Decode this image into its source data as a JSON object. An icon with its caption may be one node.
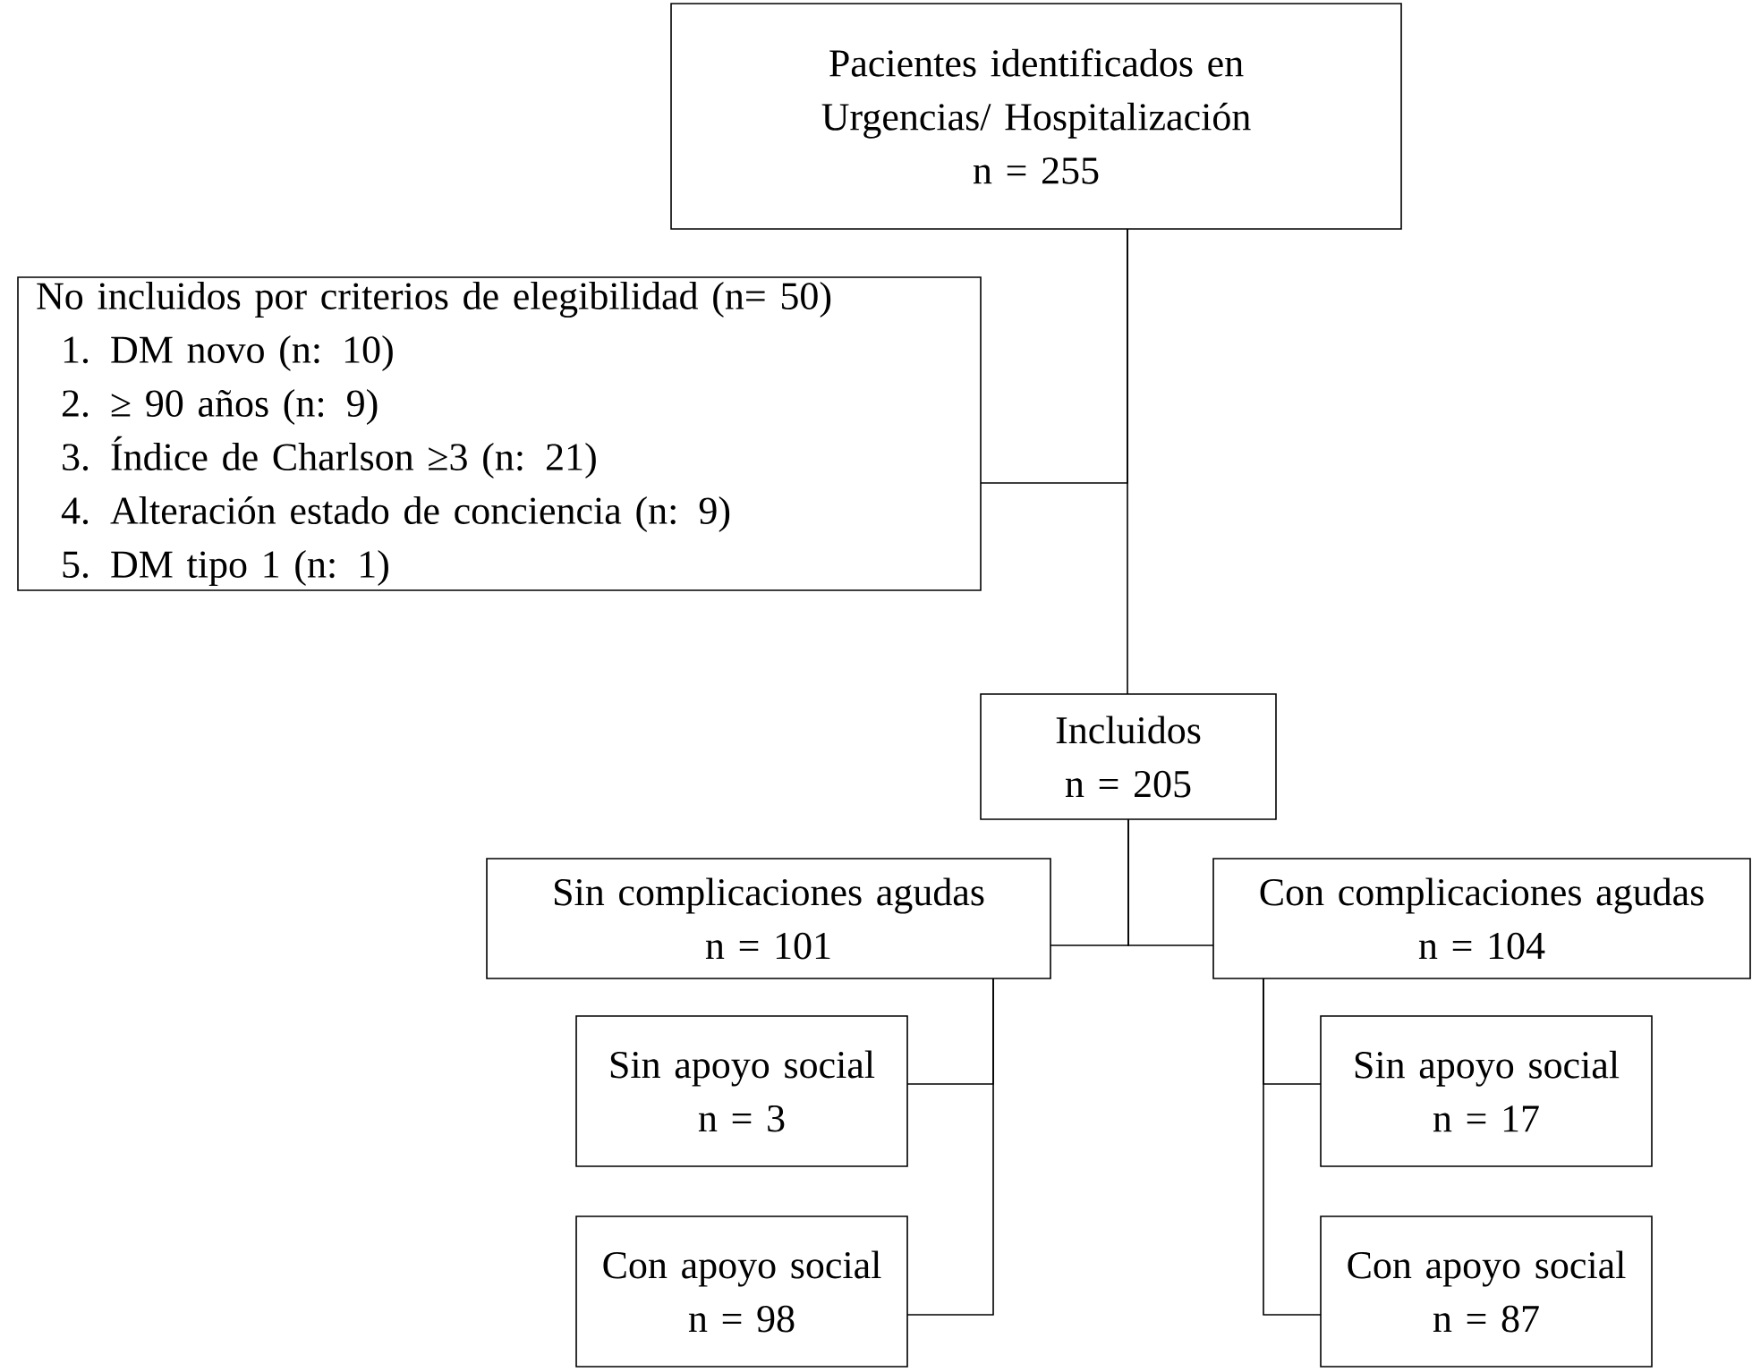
{
  "diagram": {
    "nodes": [
      {
        "text": [
          "Pacientes identificados en Urgencias/ Hospitalización",
          "n = 255"
        ]
      },
      {
        "text": [
          "No incluidos por criterios de elegibilidad (n= 50)",
          "1. DM novo (n: 10)",
          "2. ≥ 90 años (n: 9)",
          "3. Índice de Charlson ≥3 (n: 21)",
          "4. Alteración estado de conciencia (n: 9)",
          "5. DM tipo 1 (n: 1)"
        ]
      },
      {
        "text": [
          "Incluidos",
          "n = 205"
        ]
      },
      {
        "text": [
          "Sin complicaciones agudas",
          "n = 101"
        ]
      },
      {
        "text": [
          "Con complicaciones agudas",
          "n = 104"
        ]
      },
      {
        "text": [
          "Sin apoyo social",
          "n = 3"
        ]
      },
      {
        "text": [
          "Con apoyo social",
          "n = 98"
        ]
      },
      {
        "text": [
          "Sin apoyo social",
          "n = 17"
        ]
      },
      {
        "text": [
          "Con apoyo social",
          "n = 87"
        ]
      }
    ],
    "edges": [
      {
        "from": 0,
        "to": 1,
        "arrow": "none"
      },
      {
        "from": 0,
        "to": 2,
        "arrow": "none"
      },
      {
        "from": 2,
        "to": 3,
        "arrow": "none"
      },
      {
        "from": 2,
        "to": 4,
        "arrow": "none"
      },
      {
        "from": 3,
        "to": 5,
        "arrow": "none"
      },
      {
        "from": 3,
        "to": 6,
        "arrow": "none"
      },
      {
        "from": 4,
        "to": 7,
        "arrow": "none"
      },
      {
        "from": 4,
        "to": 8,
        "arrow": "none"
      }
    ]
  }
}
